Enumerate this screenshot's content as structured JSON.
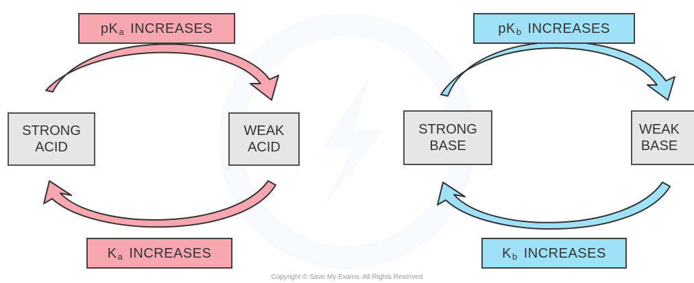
{
  "colors": {
    "acid_fill": "#f8a7b0",
    "base_fill": "#9fe1f7",
    "outline": "#333333",
    "box_fill": "#e6e6e6"
  },
  "acid": {
    "top_label": {
      "prefix": "pK",
      "sub": "a",
      "text": "INCREASES"
    },
    "bottom_label": {
      "prefix": "K",
      "sub": "a",
      "text": "INCREASES"
    },
    "left_box": {
      "line1": "STRONG",
      "line2": "ACID"
    },
    "right_box": {
      "line1": "WEAK",
      "line2": "ACID"
    }
  },
  "base": {
    "top_label": {
      "prefix": "pK",
      "sub": "b",
      "text": "INCREASES"
    },
    "bottom_label": {
      "prefix": "K",
      "sub": "b",
      "text": "INCREASES"
    },
    "left_box": {
      "line1": "STRONG",
      "line2": "BASE"
    },
    "right_box": {
      "line1": "WEAK",
      "line2": "BASE"
    }
  },
  "watermark_icon": "lightning-bolt-logo",
  "copyright": "Copyright © Save My Exams. All Rights Reserved"
}
